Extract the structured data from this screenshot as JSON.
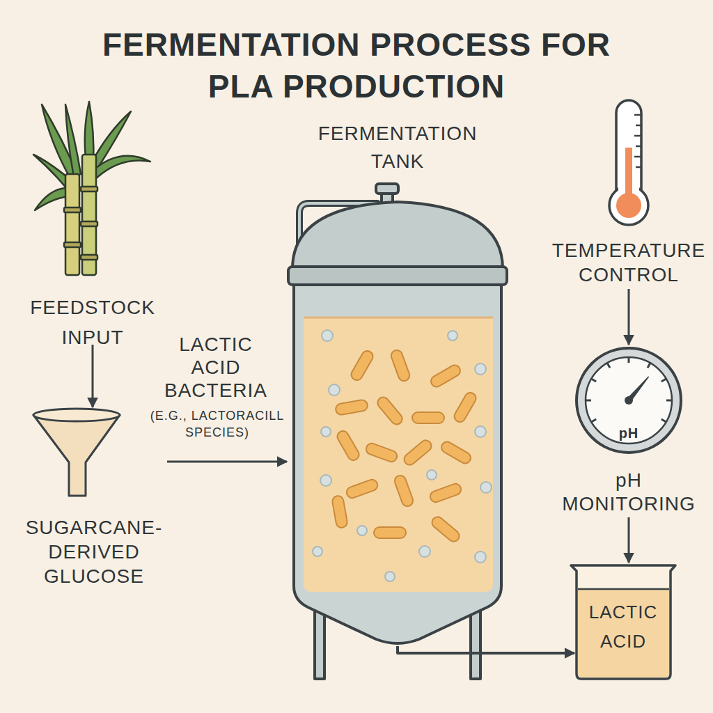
{
  "diagram": {
    "title": "FERMENTATION PROCESS FOR PLA PRODUCTION",
    "nodes": [
      {
        "text": [
          "FEEDSTOCK INPUT"
        ]
      },
      {
        "text": [
          "SUGARCANE-DERIVED GLUCOSE"
        ]
      },
      {
        "text": [
          "FERMENTATION TANK"
        ]
      },
      {
        "text": [
          "TEMPERATURE CONTROL"
        ]
      },
      {
        "text": [
          "pH",
          "pH MONITORING"
        ]
      },
      {
        "text": [
          "LACTIC ACID"
        ]
      }
    ],
    "edges": [
      {
        "from": 0,
        "to": 1,
        "arrow": "to"
      },
      {
        "from": 1,
        "to": 2,
        "label": "LACTIC ACID BACTERIA",
        "arrow": "to"
      },
      {
        "from": 3,
        "to": 4,
        "arrow": "to"
      },
      {
        "from": 4,
        "to": 5,
        "arrow": "to"
      },
      {
        "from": 2,
        "to": 5,
        "arrow": "to"
      }
    ],
    "labels": [
      "(E.G., LACTORACILL SPECIES)"
    ]
  }
}
